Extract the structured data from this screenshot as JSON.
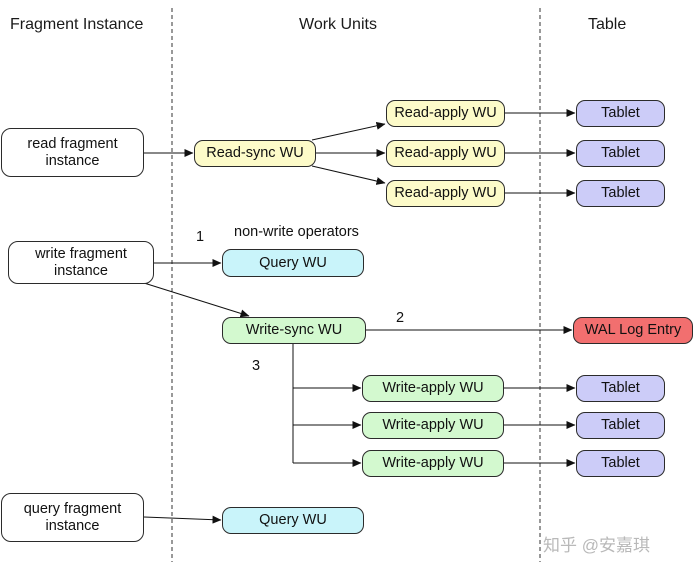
{
  "columns": {
    "fragment_instance": "Fragment Instance",
    "work_units": "Work Units",
    "table": "Table"
  },
  "instances": {
    "read": "read fragment instance",
    "write": "write fragment instance",
    "query": "query fragment instance"
  },
  "work_units": {
    "read_sync": "Read-sync WU",
    "read_apply": "Read-apply WU",
    "query": "Query WU",
    "write_sync": "Write-sync WU",
    "write_apply": "Write-apply WU"
  },
  "targets": {
    "tablet": "Tablet",
    "wal": "WAL Log Entry"
  },
  "annotations": {
    "step1": "1",
    "step2": "2",
    "step3": "3",
    "non_write": "non-write operators"
  },
  "watermark": "知乎 @安嘉琪",
  "colors": {
    "read_units": "#fdfbc9",
    "query_units": "#c9f4fa",
    "write_units": "#d3f9cf",
    "tablet": "#ccccf8",
    "wal": "#f26f6f"
  }
}
